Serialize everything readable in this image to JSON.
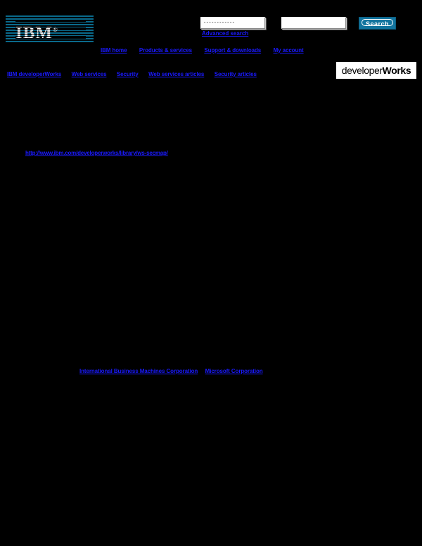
{
  "header": {
    "logo_alt": "IBM",
    "logo_text": "IBM",
    "logo_registered_mark": "®",
    "dw_logo_prefix": "developer",
    "dw_logo_suffix": "Works"
  },
  "search": {
    "scope_select_value": "------------",
    "query_value": "",
    "query_placeholder": "",
    "button_label": "Search",
    "advanced_link": "Advanced search"
  },
  "top_nav": [
    {
      "label": "IBM home"
    },
    {
      "label": "Products & services"
    },
    {
      "label": "Support & downloads"
    },
    {
      "label": "My account"
    }
  ],
  "section_nav": [
    {
      "label": "IBM developerWorks"
    },
    {
      "label": "Web services"
    },
    {
      "label": "Security"
    },
    {
      "label": "Web services articles"
    },
    {
      "label": "Security articles"
    }
  ],
  "content": {
    "url_link": "http://www.ibm.com/developerworks/library/ws-secmap/"
  },
  "footer": {
    "links": [
      {
        "label": "International Business Machines Corporation"
      },
      {
        "label": "Microsoft Corporation"
      }
    ]
  },
  "colors": {
    "background": "#000000",
    "link": "#1a1aff",
    "ibm_stripe": "#0a6a8c",
    "search_button": "#12749e",
    "field_background": "#ffffff"
  }
}
